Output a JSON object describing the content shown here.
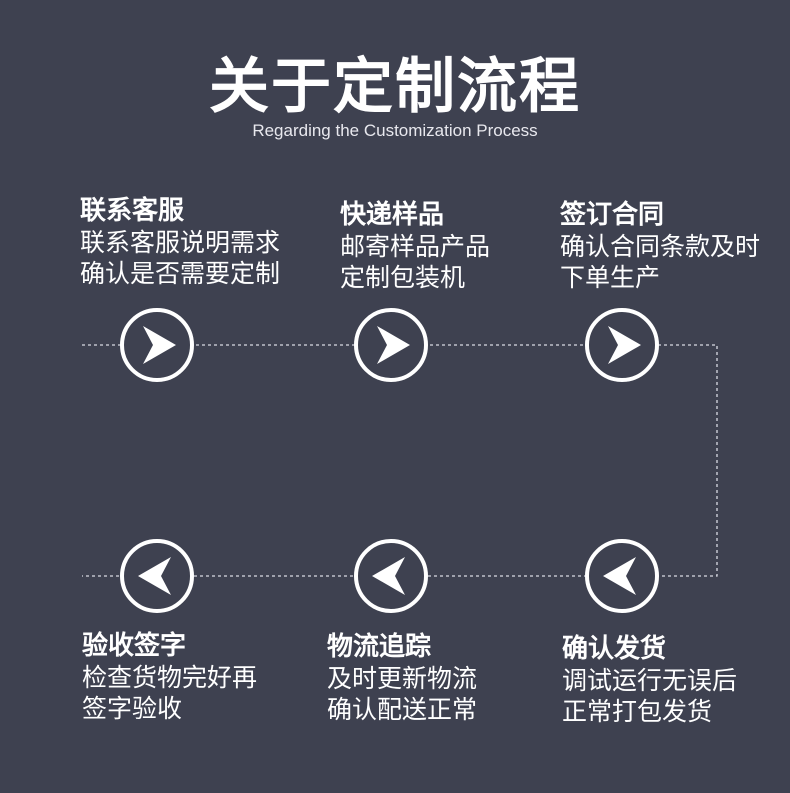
{
  "header": {
    "title": "关于定制流程",
    "subtitle": "Regarding the Customization Process"
  },
  "steps": [
    {
      "title": "联系客服",
      "line1": "联系客服说明需求",
      "line2": "确认是否需要定制"
    },
    {
      "title": "快递样品",
      "line1": "邮寄样品产品",
      "line2": "定制包装机"
    },
    {
      "title": "签订合同",
      "line1": "确认合同条款及时",
      "line2": "下单生产"
    },
    {
      "title": "确认发货",
      "line1": "调试运行无误后",
      "line2": "正常打包发货"
    },
    {
      "title": "物流追踪",
      "line1": "及时更新物流",
      "line2": "确认配送正常"
    },
    {
      "title": "验收签字",
      "line1": "检查货物完好再",
      "line2": "签字验收"
    }
  ],
  "colors": {
    "background": "#3e4150",
    "foreground": "#ffffff"
  }
}
